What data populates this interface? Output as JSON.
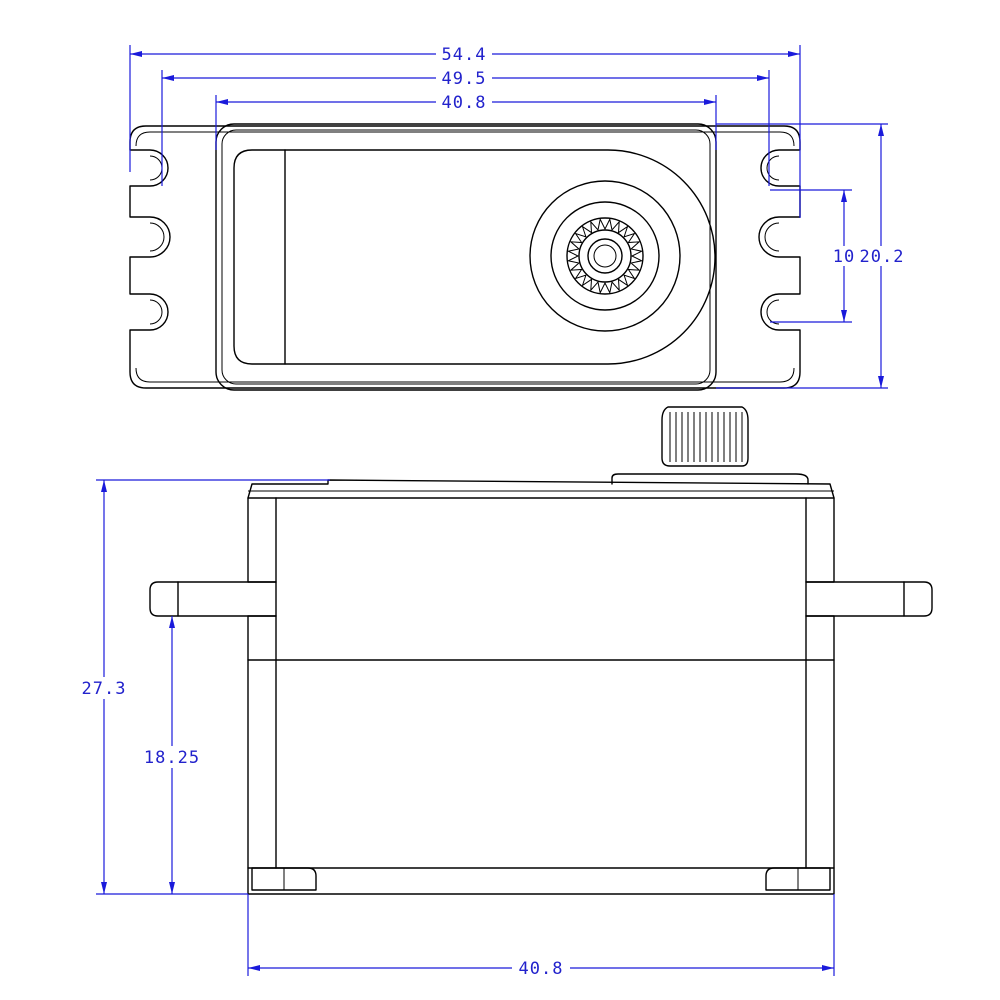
{
  "dimensions": {
    "top_overall": "54.4",
    "top_mount_holes": "49.5",
    "top_body": "40.8",
    "hole_pitch": "10",
    "top_height": "20.2",
    "side_height": "27.3",
    "side_mount_height": "18.25",
    "side_width": "40.8"
  },
  "colors": {
    "dimension": "#1a1adb",
    "outline": "#000000",
    "background": "#ffffff"
  }
}
